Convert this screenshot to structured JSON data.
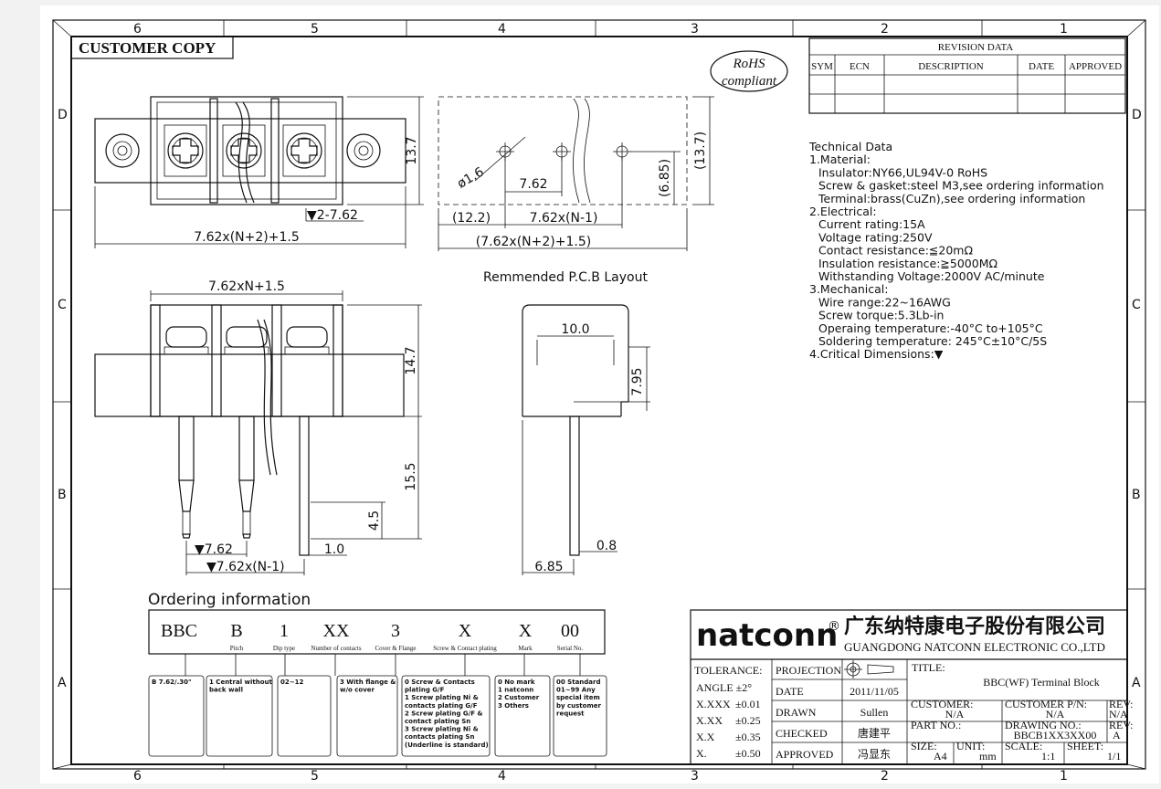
{
  "border": {
    "columns": [
      "6",
      "5",
      "4",
      "3",
      "2",
      "1"
    ],
    "rows": [
      "D",
      "C",
      "B",
      "A"
    ]
  },
  "customer_copy": "CUSTOMER COPY",
  "rohs": {
    "line1": "RoHS",
    "line2": "compliant"
  },
  "revision": {
    "title": "REVISION DATA",
    "headers": [
      "SYM",
      "ECN",
      "DESCRIPTION",
      "DATE",
      "APPROVED"
    ]
  },
  "dims": {
    "top_height": "13.7",
    "pitch_mark": "▼2-7.62",
    "total_width": "7.62x(N+2)+1.5",
    "hole_dia": "ø1.6",
    "pcb_pitch": "7.62",
    "pcb_half": "(6.85)",
    "pcb_height": "(13.7)",
    "pcb_edge": "(12.2)",
    "pcb_span": "7.62x(N-1)",
    "pcb_total": "(7.62x(N+2)+1.5)",
    "pcb_title": "Remmended P.C.B Layout",
    "side_width": "7.62xN+1.5",
    "side_h1": "14.7",
    "side_h2": "15.5",
    "side_h3": "4.5",
    "pin_dia": "1.0",
    "pitch_bottom": "▼7.62",
    "span_bottom": "▼7.62x(N-1)",
    "end_width": "10.0",
    "end_h": "7.95",
    "end_pin": "0.8",
    "end_base": "6.85"
  },
  "technical": {
    "lines": [
      "Technical Data",
      "1.Material:",
      "  Insulator:NY66,UL94V-0 RoHS",
      "  Screw & gasket:steel M3,see ordering information",
      "  Terminal:brass(CuZn),see ordering information",
      "2.Electrical:",
      "  Current rating:15A",
      "  Voltage rating:250V",
      "  Contact resistance:≦20mΩ",
      "  Insulation resistance:≧5000MΩ",
      "  Withstanding Voltage:2000V AC/minute",
      "3.Mechanical:",
      "  Wire range:22~16AWG",
      "  Screw torque:5.3Lb-in",
      "  Operaing temperature:-40°C to+105°C",
      "  Soldering temperature: 245°C±10°C/5S",
      "4.Critical Dimensions:▼"
    ]
  },
  "ordering": {
    "title": "Ordering information",
    "codes": [
      "BBC",
      "B",
      "1",
      "XX",
      "3",
      "X",
      "X",
      "00"
    ],
    "labels": [
      "",
      "Pitch",
      "Dip type",
      "Number of contacts",
      "Cover & Flange",
      "Screw & Contact plating",
      "Mark",
      "Serial No."
    ],
    "options": [
      [
        "B 7.62/.30\""
      ],
      [
        "1 Central without",
        "back wall"
      ],
      [
        "02~12"
      ],
      [
        "3 With flange &",
        "w/o cover"
      ],
      [
        "0 Screw & Contacts",
        "plating G/F",
        "1 Screw plating Ni &",
        "contacts plating G/F",
        "2 Screw plating G/F &",
        "contact plating Sn",
        "3 Screw plating Ni &",
        "contacts plating Sn",
        "(Underline is standard)"
      ],
      [
        "0 No mark",
        "1 natconn",
        "2 Customer",
        "3 Others"
      ],
      [
        "00 Standard",
        "01~99 Any",
        "special item",
        "by customer",
        "request"
      ]
    ]
  },
  "company": {
    "brand": "natconn",
    "reg": "®",
    "name_cn": "广东纳特康电子股份有限公司",
    "name_en": "GUANGDONG NATCONN ELECTRONIC CO.,LTD"
  },
  "titleblock": {
    "tolerance": "TOLERANCE:",
    "tol_rows": [
      [
        "ANGLE ±2°",
        ""
      ],
      [
        "X.XXX",
        "±0.01"
      ],
      [
        "X.XX",
        "±0.25"
      ],
      [
        "X.X",
        "±0.35"
      ],
      [
        "X.",
        "±0.50"
      ]
    ],
    "projection": "PROJECTION",
    "date_label": "DATE",
    "date_value": "2011/11/05",
    "drawn_label": "DRAWN",
    "drawn_value": "Sullen",
    "checked_label": "CHECKED",
    "checked_value": "唐建平",
    "approved_label": "APPROVED",
    "approved_value": "冯显东",
    "title_label": "TITLE:",
    "title_value": "BBC(WF) Terminal Block",
    "customer_label": "CUSTOMER:",
    "customer_value": "N/A",
    "customer_pn_label": "CUSTOMER P/N:",
    "customer_pn_value": "N/A",
    "rev_label": "REV:",
    "rev_value1": "N/A",
    "part_label": "PART NO.:",
    "drawing_label": "DRAWING NO.:",
    "drawing_value": "BBCB1XX3XX00",
    "rev_value2": "A",
    "size_label": "SIZE:",
    "size_value": "A4",
    "unit_label": "UNIT:",
    "unit_value": "mm",
    "scale_label": "SCALE:",
    "scale_value": "1:1",
    "sheet_label": "SHEET:",
    "sheet_value": "1/1"
  }
}
